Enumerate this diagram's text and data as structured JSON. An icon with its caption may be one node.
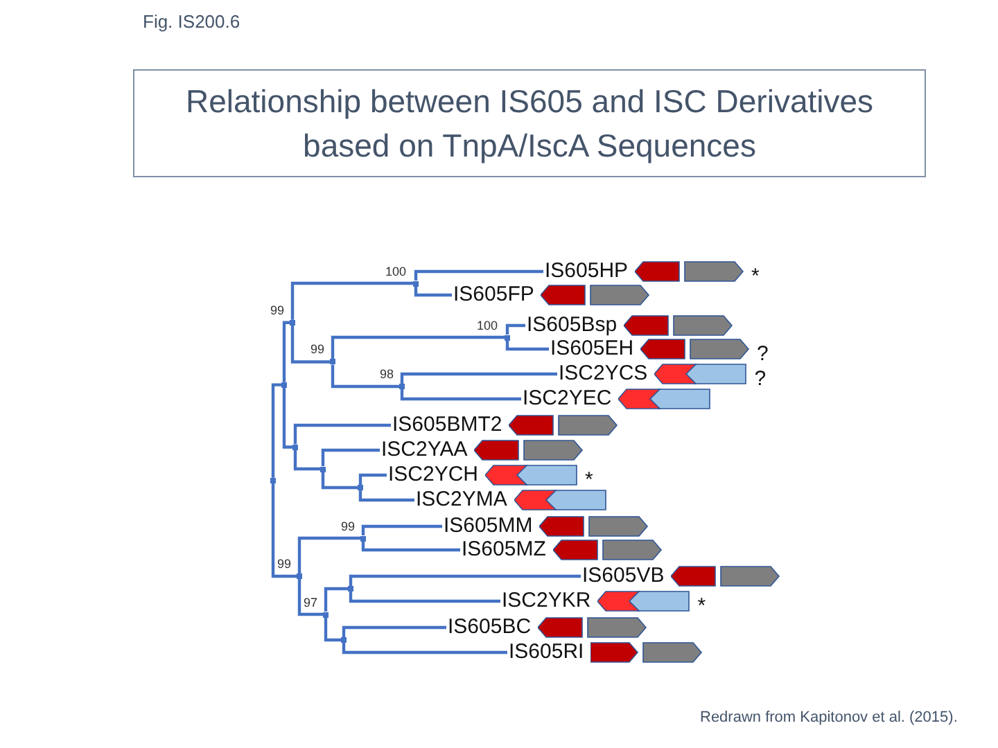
{
  "diagram": {
    "title": "Relationship between IS605 and ISC Derivatives based on TnpA/IscA Sequences",
    "nodes": [
      {
        "text": [],
        "shape": "point"
      },
      {
        "text": [],
        "shape": "point"
      },
      {
        "text": [],
        "shape": "point",
        "beside": [
          "99"
        ]
      },
      {
        "text": [],
        "shape": "point",
        "beside": [
          "100"
        ]
      },
      {
        "text": [
          "IS605HP"
        ],
        "beside": [
          "*"
        ]
      },
      {
        "text": [
          "IS605FP"
        ]
      },
      {
        "text": [],
        "shape": "point",
        "beside": [
          "99"
        ]
      },
      {
        "text": [],
        "shape": "point",
        "beside": [
          "100"
        ]
      },
      {
        "text": [
          "IS605Bsp"
        ]
      },
      {
        "text": [
          "IS605EH"
        ],
        "beside": [
          "?"
        ]
      },
      {
        "text": [],
        "shape": "point",
        "beside": [
          "98"
        ]
      },
      {
        "text": [
          "ISC2YCS"
        ],
        "beside": [
          "?"
        ]
      },
      {
        "text": [
          "ISC2YEC"
        ]
      },
      {
        "text": [],
        "shape": "point"
      },
      {
        "text": [
          "IS605BMT2"
        ]
      },
      {
        "text": [],
        "shape": "point"
      },
      {
        "text": [
          "ISC2YAA"
        ]
      },
      {
        "text": [],
        "shape": "point"
      },
      {
        "text": [
          "ISC2YCH"
        ],
        "beside": [
          "*"
        ]
      },
      {
        "text": [
          "ISC2YMA"
        ]
      },
      {
        "text": [],
        "shape": "point",
        "beside": [
          "99"
        ]
      },
      {
        "text": [],
        "shape": "point",
        "beside": [
          "99"
        ]
      },
      {
        "text": [
          "IS605MM"
        ]
      },
      {
        "text": [
          "IS605MZ"
        ]
      },
      {
        "text": [],
        "shape": "point",
        "beside": [
          "97"
        ]
      },
      {
        "text": [],
        "shape": "point"
      },
      {
        "text": [
          "IS605VB"
        ]
      },
      {
        "text": [
          "ISC2YKR"
        ],
        "beside": [
          "*"
        ]
      },
      {
        "text": [],
        "shape": "point"
      },
      {
        "text": [
          "IS605BC"
        ]
      },
      {
        "text": [
          "IS605RI"
        ]
      }
    ],
    "edges": [
      {
        "from": 0,
        "to": 1,
        "arrow": "none"
      },
      {
        "from": 1,
        "to": 2,
        "arrow": "none"
      },
      {
        "from": 2,
        "to": 3,
        "arrow": "none"
      },
      {
        "from": 3,
        "to": 4,
        "arrow": "none"
      },
      {
        "from": 3,
        "to": 5,
        "arrow": "none"
      },
      {
        "from": 2,
        "to": 6,
        "arrow": "none"
      },
      {
        "from": 6,
        "to": 7,
        "arrow": "none"
      },
      {
        "from": 7,
        "to": 8,
        "arrow": "none"
      },
      {
        "from": 7,
        "to": 9,
        "arrow": "none"
      },
      {
        "from": 6,
        "to": 10,
        "arrow": "none"
      },
      {
        "from": 10,
        "to": 11,
        "arrow": "none"
      },
      {
        "from": 10,
        "to": 12,
        "arrow": "none"
      },
      {
        "from": 1,
        "to": 13,
        "arrow": "none"
      },
      {
        "from": 13,
        "to": 14,
        "arrow": "none"
      },
      {
        "from": 13,
        "to": 15,
        "arrow": "none"
      },
      {
        "from": 15,
        "to": 16,
        "arrow": "none"
      },
      {
        "from": 15,
        "to": 17,
        "arrow": "none"
      },
      {
        "from": 17,
        "to": 18,
        "arrow": "none"
      },
      {
        "from": 17,
        "to": 19,
        "arrow": "none"
      },
      {
        "from": 0,
        "to": 20,
        "arrow": "none"
      },
      {
        "from": 20,
        "to": 21,
        "arrow": "none"
      },
      {
        "from": 21,
        "to": 22,
        "arrow": "none"
      },
      {
        "from": 21,
        "to": 23,
        "arrow": "none"
      },
      {
        "from": 20,
        "to": 24,
        "arrow": "none"
      },
      {
        "from": 24,
        "to": 25,
        "arrow": "none"
      },
      {
        "from": 25,
        "to": 26,
        "arrow": "none"
      },
      {
        "from": 25,
        "to": 27,
        "arrow": "none"
      },
      {
        "from": 24,
        "to": 28,
        "arrow": "none"
      },
      {
        "from": 28,
        "to": 29,
        "arrow": "none"
      },
      {
        "from": 28,
        "to": 30,
        "arrow": "none"
      }
    ],
    "labels": [
      "Fig. IS200.6",
      "Redrawn from Kapitonov et al. (2015)."
    ]
  }
}
